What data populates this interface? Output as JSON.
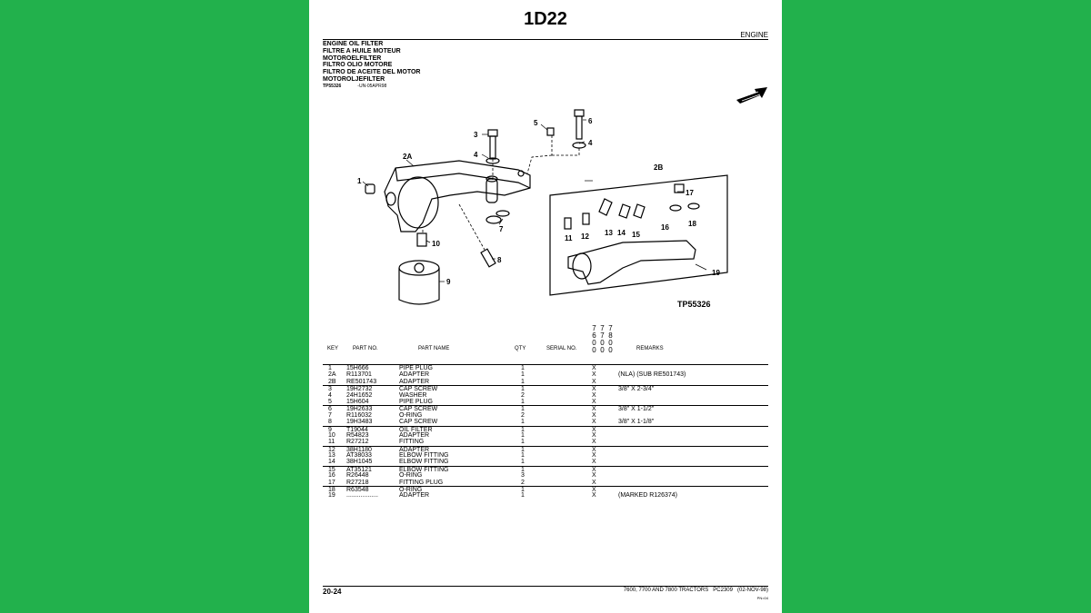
{
  "header": {
    "sheet_id": "1D22",
    "section": "ENGINE",
    "titles": [
      "ENGINE OIL FILTER",
      "FILTRE A HUILE MOTEUR",
      "MOTOROELFILTER",
      "FILTRO OLIO MOTORE",
      "FILTRO DE ACEITE DEL MOTOR",
      "MOTOROLJEFILTER"
    ],
    "ref_code": "TP55326",
    "ref_date": "-UN-05APR98"
  },
  "figure": {
    "label": "TP55326",
    "callouts": {
      "c1": "1",
      "c2a": "2A",
      "c2b": "2B",
      "c3": "3",
      "c4a": "4",
      "c4b": "4",
      "c5": "5",
      "c6": "6",
      "c7": "7",
      "c8": "8",
      "c9": "9",
      "c10": "10",
      "c11": "11",
      "c12": "12",
      "c13": "13",
      "c14": "14",
      "c15": "15",
      "c16": "16",
      "c17": "17",
      "c18": "18",
      "c19": "19"
    }
  },
  "table": {
    "headers": {
      "key": "KEY",
      "part_no": "PART NO.",
      "part_name": "PART NAME",
      "qty": "QTY",
      "serial_no": "SERIAL NO.",
      "remarks": "REMARKS"
    },
    "models": [
      "7600",
      "7700",
      "7800"
    ],
    "rows": [
      {
        "key": "1",
        "part": "15H666",
        "name": "PIPE PLUG",
        "qty": "1",
        "x": "X",
        "remarks": ""
      },
      {
        "key": "2A",
        "part": "R113701",
        "name": "ADAPTER",
        "qty": "1",
        "x": "X",
        "remarks": "(NLA) (SUB RE501743)"
      },
      {
        "key": "2B",
        "part": "RE501743",
        "name": "ADAPTER",
        "qty": "1",
        "x": "X",
        "remarks": ""
      },
      {
        "key": "3",
        "part": "19H2732",
        "name": "CAP SCREW",
        "qty": "1",
        "x": "X",
        "remarks": "3/8\" X 2-3/4\""
      },
      {
        "key": "4",
        "part": "24H1652",
        "name": "WASHER",
        "qty": "2",
        "x": "X",
        "remarks": ""
      },
      {
        "key": "5",
        "part": "15H604",
        "name": "PIPE PLUG",
        "qty": "1",
        "x": "X",
        "remarks": ""
      },
      {
        "key": "6",
        "part": "19H2633",
        "name": "CAP SCREW",
        "qty": "1",
        "x": "X",
        "remarks": "3/8\" X 1-1/2\""
      },
      {
        "key": "7",
        "part": "R116032",
        "name": "O-RING",
        "qty": "2",
        "x": "X",
        "remarks": ""
      },
      {
        "key": "8",
        "part": "19H3483",
        "name": "CAP SCREW",
        "qty": "1",
        "x": "X",
        "remarks": "3/8\" X 1-1/8\""
      },
      {
        "key": "9",
        "part": "T19044",
        "name": "OIL FILTER",
        "qty": "1",
        "x": "X",
        "remarks": ""
      },
      {
        "key": "10",
        "part": "R54823",
        "name": "ADAPTER",
        "qty": "1",
        "x": "X",
        "remarks": ""
      },
      {
        "key": "11",
        "part": "R27212",
        "name": "FITTING",
        "qty": "1",
        "x": "X",
        "remarks": ""
      },
      {
        "key": "12",
        "part": "38H1180",
        "name": "ADAPTER",
        "qty": "1",
        "x": "X",
        "remarks": ""
      },
      {
        "key": "13",
        "part": "AT38033",
        "name": "ELBOW FITTING",
        "qty": "1",
        "x": "X",
        "remarks": ""
      },
      {
        "key": "14",
        "part": "38H1045",
        "name": "ELBOW FITTING",
        "qty": "1",
        "x": "X",
        "remarks": ""
      },
      {
        "key": "15",
        "part": "AT35121",
        "name": "ELBOW FITTING",
        "qty": "1",
        "x": "X",
        "remarks": ""
      },
      {
        "key": "16",
        "part": "R26448",
        "name": "O-RING",
        "qty": "3",
        "x": "X",
        "remarks": ""
      },
      {
        "key": "17",
        "part": "R27218",
        "name": "FITTING PLUG",
        "qty": "2",
        "x": "X",
        "remarks": ""
      },
      {
        "key": "18",
        "part": "R63548",
        "name": "O-RING",
        "qty": "1",
        "x": "X",
        "remarks": ""
      },
      {
        "key": "19",
        "part": "..................",
        "name": "ADAPTER",
        "qty": "1",
        "x": "X",
        "remarks": "(MARKED R126374)"
      }
    ]
  },
  "footer": {
    "page": "20-24",
    "models_text": "7600, 7700 AND 7800 TRACTORS",
    "catalog": "PC2309",
    "date": "(02-NOV-98)",
    "code": "PN=04"
  }
}
